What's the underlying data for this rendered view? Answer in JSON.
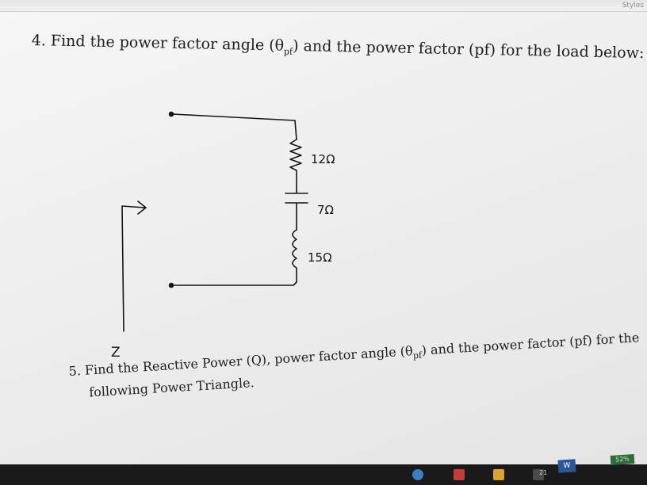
{
  "toolbar": {
    "styles_label": "Styles"
  },
  "question4": {
    "prefix": "4. Find the power factor angle (θ",
    "subscript": "pf",
    "suffix": ") and the power factor (pf) for the load below:"
  },
  "circuit": {
    "resistor_label": "12Ω",
    "capacitor_label": "7Ω",
    "inductor_label": "15Ω",
    "impedance_label": "Z"
  },
  "question5": {
    "line1_prefix": "5. Find the Reactive Power (Q), power factor angle (θ",
    "line1_subscript": "pf",
    "line1_suffix": ") and the power factor (pf) for the",
    "line2": "following Power Triangle."
  },
  "taskbar": {
    "notification_count": "21",
    "word_label": "W",
    "battery_label": "52%"
  },
  "colors": {
    "ink": "#1e1e1e",
    "taskbar": "#1a1a1a",
    "word_brand": "#2b579a"
  }
}
